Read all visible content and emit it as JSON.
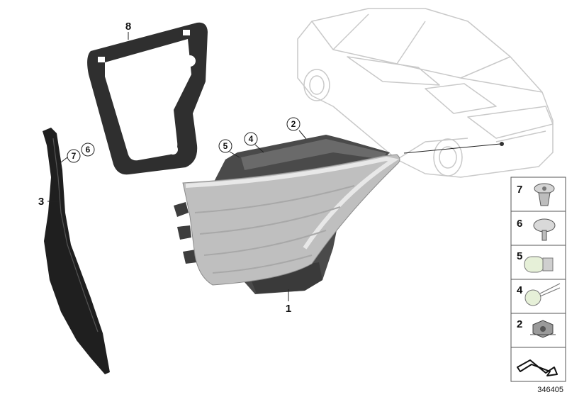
{
  "diagram": {
    "id_number": "346405",
    "callouts": {
      "tail_light": "1",
      "bulb_holder_nut": "2",
      "trim_cover": "3",
      "bulb_with_socket": "4",
      "bulb": "5",
      "clip_push": "6",
      "clip_expansion": "7",
      "gasket": "8"
    },
    "circled_callouts": {
      "near_lamp_2": "2",
      "near_lamp_4": "4",
      "near_lamp_5": "5",
      "near_trim_7": "7",
      "near_trim_6": "6"
    },
    "legend": [
      {
        "number": "7",
        "icon": "expansion-clip-icon"
      },
      {
        "number": "6",
        "icon": "push-clip-icon"
      },
      {
        "number": "5",
        "icon": "wedge-bulb-icon"
      },
      {
        "number": "4",
        "icon": "bulb-with-wires-icon"
      },
      {
        "number": "2",
        "icon": "hex-nut-icon"
      },
      {
        "number": "",
        "icon": "arrow-symbol-icon"
      }
    ]
  }
}
